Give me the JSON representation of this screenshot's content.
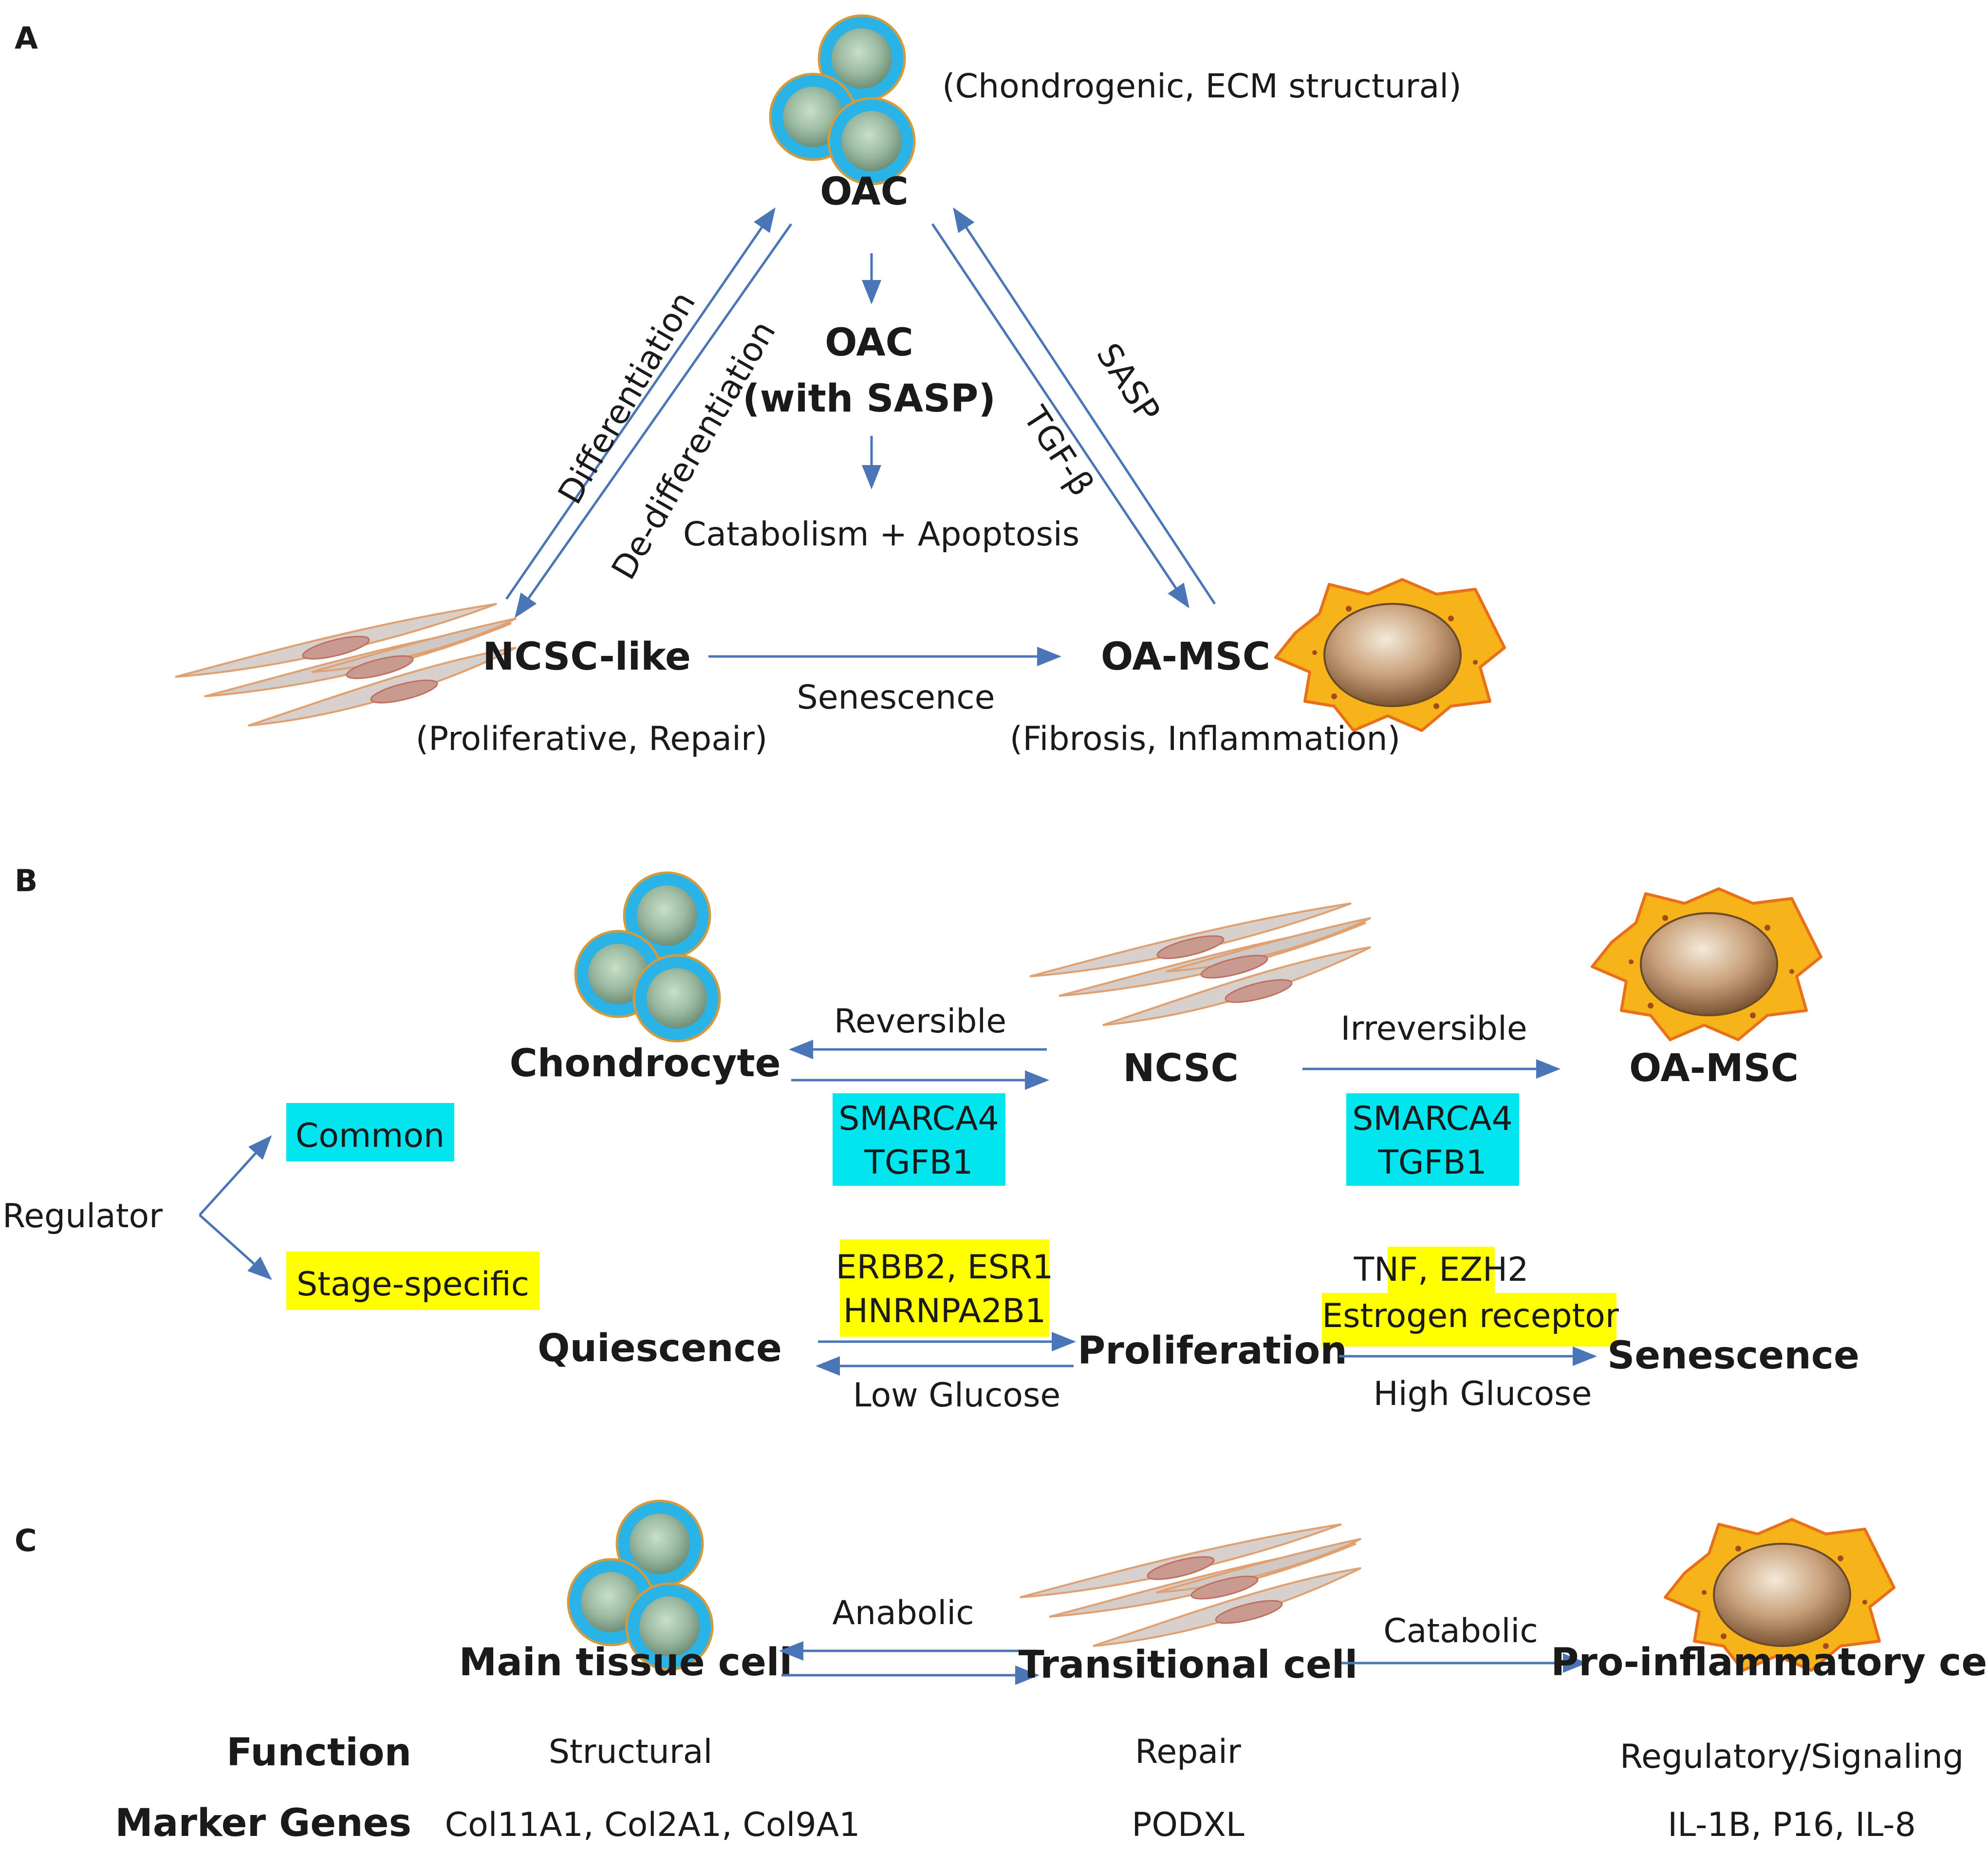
{
  "colors": {
    "arrow": "#4a76b8",
    "highlight_common": "#00e5ee",
    "highlight_stage": "#ffff00",
    "chondrocyte_ring": "#29b3e6",
    "mscs_body": "#f7b31a",
    "fibroblast": "#d8d0cc"
  },
  "panel_a": {
    "label": "A",
    "oac": "OAC",
    "oac_note": "(Chondrogenic, ECM structural)",
    "oac_sasp_line1": "OAC",
    "oac_sasp_line2": "(with SASP)",
    "catabolism": "Catabolism + Apoptosis",
    "differentiation": "Differentiation",
    "dedifferentiation": "De-differentiation",
    "tgfb": "TGF-β",
    "sasp": "SASP",
    "ncsc_like": "NCSC-like",
    "ncsc_note": "(Proliferative, Repair)",
    "senescence": "Senescence",
    "oa_msc": "OA-MSC",
    "oa_msc_note": "(Fibrosis, Inflammation)"
  },
  "panel_b": {
    "label": "B",
    "chondrocyte": "Chondrocyte",
    "reversible": "Reversible",
    "ncsc": "NCSC",
    "irreversible": "Irreversible",
    "oa_msc": "OA-MSC",
    "common_genes_1": [
      "SMARCA4",
      "TGFB1"
    ],
    "common_genes_2": [
      "SMARCA4",
      "TGFB1"
    ],
    "regulator": "Regulator",
    "common": "Common",
    "stage_specific": "Stage-specific",
    "stage_genes_1": [
      "ERBB2, ESR1",
      "HNRNPA2B1"
    ],
    "stage_genes_2": [
      "TNF, EZH2",
      "Estrogen receptor"
    ],
    "quiescence": "Quiescence",
    "proliferation": "Proliferation",
    "senescence": "Senescence",
    "low_glucose": "Low Glucose",
    "high_glucose": "High Glucose"
  },
  "panel_c": {
    "label": "C",
    "main_cell": "Main tissue cell",
    "anabolic": "Anabolic",
    "transitional": "Transitional cell",
    "catabolic": "Catabolic",
    "proinflammatory": "Pro-inflammatory cell",
    "function_label": "Function",
    "marker_label": "Marker Genes",
    "functions": [
      "Structural",
      "Repair",
      "Regulatory/Signaling"
    ],
    "markers": [
      "Col11A1, Col2A1, Col9A1",
      "PODXL",
      "IL-1B, P16, IL-8"
    ]
  }
}
